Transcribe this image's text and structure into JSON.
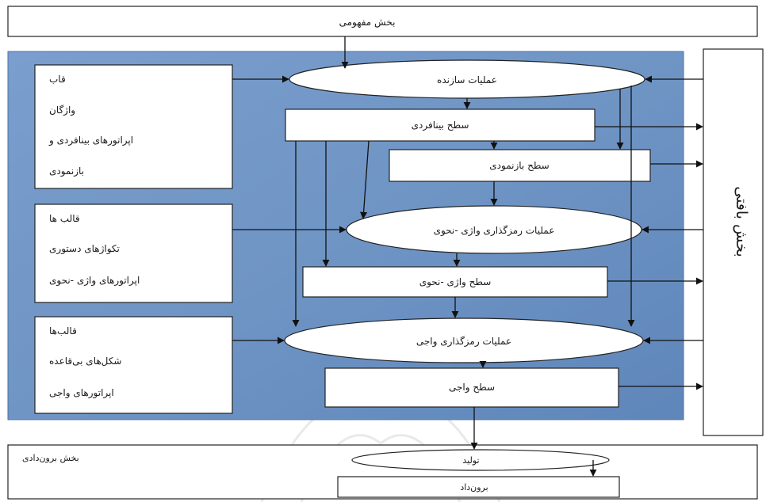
{
  "colors": {
    "blue_panel": "#6f95c5",
    "blue_panel_edge": "#4a72a6",
    "line": "#111111"
  },
  "components": {
    "conceptual": "بخش مفهومی",
    "contextual": "بخش بافتی",
    "output": "بخش برون‌دادی"
  },
  "processes": {
    "constructive": "عملیات سازنده",
    "morphosyntactic_encoding": "عملیات رمزگذاری واژی -نحوی",
    "phonological_encoding": "عملیات رمزگذاری واجی",
    "production": "تولید"
  },
  "levels": {
    "interpersonal": "سطح بینافردی",
    "representational": "سطح بازنمودی",
    "morphosyntactic": "سطح واژی -نحوی",
    "phonological": "سطح واجی",
    "output": "برون‌داد"
  },
  "inputs": {
    "box1": [
      "قاب",
      "واژگان",
      "اپراتورهای بینافردی و",
      "بازنمودی"
    ],
    "box2": [
      "قالب ها",
      "تکواژهای دستوری",
      "اپراتورهای واژی -نحوی"
    ],
    "box3": [
      "قالب‌ها",
      "شکل‌های بی‌قاعده",
      "اپراتورهای واجی"
    ]
  }
}
